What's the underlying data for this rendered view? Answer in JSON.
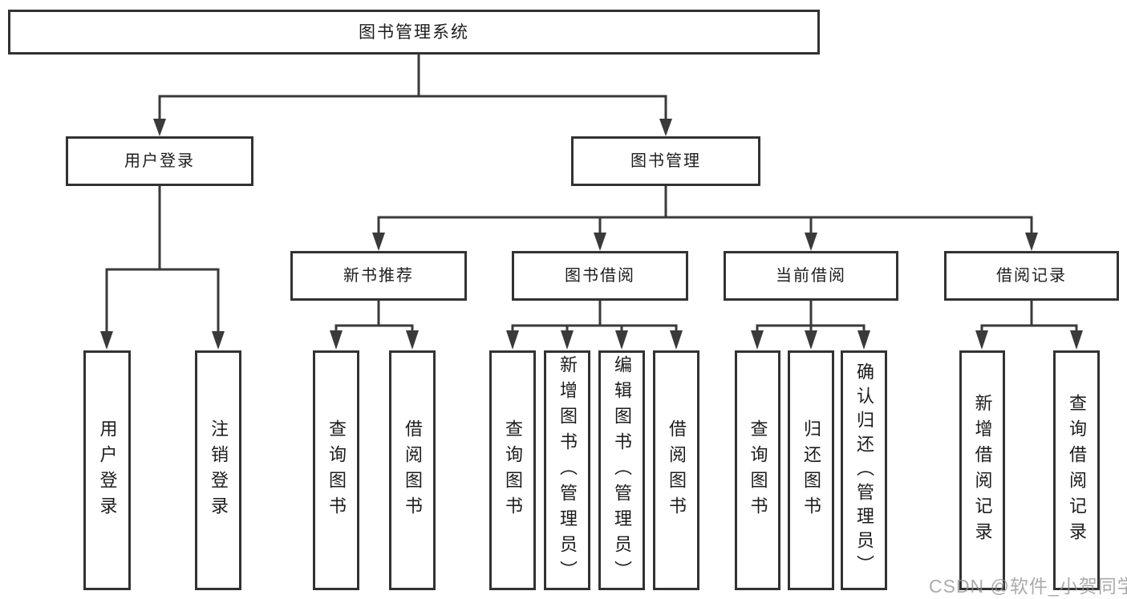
{
  "diagram": {
    "title_node": {
      "label": "图书管理系统"
    },
    "level2": [
      {
        "id": "user-login",
        "label": "用户登录"
      },
      {
        "id": "book-management",
        "label": "图书管理"
      }
    ],
    "level3": [
      {
        "id": "new-book-recommend",
        "label": "新书推荐",
        "parent": "图书管理"
      },
      {
        "id": "book-borrow",
        "label": "图书借阅",
        "parent": "图书管理"
      },
      {
        "id": "current-borrow",
        "label": "当前借阅",
        "parent": "图书管理"
      },
      {
        "id": "borrow-record",
        "label": "借阅记录",
        "parent": "图书管理"
      }
    ],
    "leaves": [
      {
        "id": "user-login-leaf",
        "label": "用户登录",
        "parent": "用户登录"
      },
      {
        "id": "logout",
        "label": "注销登录",
        "parent": "用户登录"
      },
      {
        "id": "query-book-1",
        "label": "查询图书",
        "parent": "新书推荐"
      },
      {
        "id": "borrow-book-1",
        "label": "借阅图书",
        "parent": "新书推荐"
      },
      {
        "id": "query-book-2",
        "label": "查询图书",
        "parent": "图书借阅"
      },
      {
        "id": "add-book-admin",
        "label": "新增图书（管理员）",
        "parent": "图书借阅"
      },
      {
        "id": "edit-book-admin",
        "label": "编辑图书（管理员）",
        "parent": "图书借阅"
      },
      {
        "id": "borrow-book-2",
        "label": "借阅图书",
        "parent": "图书借阅"
      },
      {
        "id": "query-book-3",
        "label": "查询图书",
        "parent": "当前借阅"
      },
      {
        "id": "return-book",
        "label": "归还图书",
        "parent": "当前借阅"
      },
      {
        "id": "confirm-return-admin",
        "label": "确认归还（管理员）",
        "parent": "当前借阅"
      },
      {
        "id": "add-borrow-record",
        "label": "新增借阅记录",
        "parent": "借阅记录"
      },
      {
        "id": "query-borrow-record",
        "label": "查询借阅记录",
        "parent": "借阅记录"
      }
    ]
  },
  "watermark": {
    "text": "CSDN @软件_小贺同学"
  },
  "colors": {
    "line": "#3a3a3a",
    "box_border": "#323232",
    "box_fill": "#ffffff",
    "text": "#1c1c1c",
    "watermark": "#8f8f8f"
  }
}
